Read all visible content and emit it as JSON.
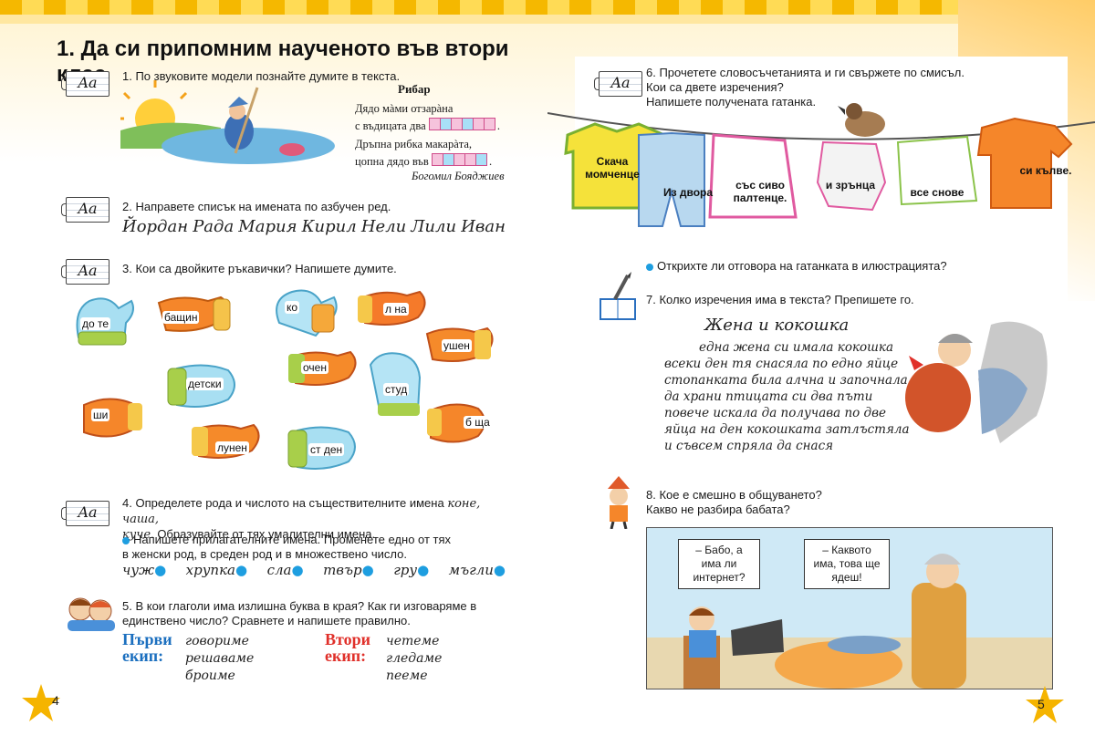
{
  "left": {
    "title": "1. Да си припомним наученото във втори клас",
    "aa": "Aa",
    "t1": {
      "task": "1. По звуковите модели познайте думите в текста.",
      "poem_title": "Рибар",
      "l1": "Дядо мàми отзарàна",
      "l2a": "с въдицата два",
      "l2b": ".",
      "l3": "Дръпна рибка макарàта,",
      "l4a": "цопна дядо във",
      "l4b": ".",
      "author": "Богомил Бояджиев"
    },
    "t2": {
      "task": "2. Направете списък на имената по азбучен ред.",
      "names": [
        "Йордан",
        "Рада",
        "Мария",
        "Кирил",
        "Нели",
        "Лили",
        "Иван"
      ]
    },
    "t3": {
      "task": "3. Кои са двойките ръкавички? Напишете думите.",
      "words": [
        "до те",
        "бащин",
        "ко",
        "л на",
        "ушен",
        "очен",
        "детски",
        "студ",
        "ши",
        "б ща",
        "лунен",
        "ст ден"
      ]
    },
    "t4": {
      "task_a": "4. Определете рода и числото на съществителните имена",
      "task_b": "коне, чаша,",
      "task_c": "куче",
      "task_d": ". Образувайте от тях умалителни имена.",
      "sub1": "Напишете прилагателните имена. Променете едно от тях",
      "sub2": "в женски род, в среден род и в множествено число.",
      "adjs": [
        "чуж",
        "хрупка",
        "сла",
        "твър",
        "гру",
        "мъгли"
      ]
    },
    "t5": {
      "task1": "5. В кои глаголи има излишна буква в края? Как ги изговаряме в",
      "task2": "единствено число? Сравнете и напишете правилно.",
      "team1a": "Първи",
      "team1b": "екип:",
      "team1_words": [
        "говориме",
        "решаваме",
        "броиме"
      ],
      "team2a": "Втори",
      "team2b": "екип:",
      "team2_words": [
        "четеме",
        "гледаме",
        "пееме"
      ]
    },
    "page_number": "4"
  },
  "right": {
    "aa": "Aa",
    "t6": {
      "task1": "6. Прочетете словосъчетанията и ги свържете по смисъл.",
      "task2": "Кои са двете изречения?",
      "task3": "Напишете получената гатанка.",
      "clothes": [
        "Скача момченце",
        "Из двора",
        "със сиво палтенце.",
        "и зрънца",
        "все снове",
        "си кълве."
      ],
      "question": "Открихте ли отговора на гатанката в илюстрацията?"
    },
    "t7": {
      "task": "7. Колко изречения има в текста? Препишете го.",
      "story_title": "Жена и кокошка",
      "lines": [
        "една жена си имала кокошка",
        "всеки ден тя снасяла по едно яйце",
        "стопанката била алчна и започнала",
        "да храни птицата си два пъти",
        "повече искала да получава по две",
        "яйца на ден кокошката затлъстяла",
        "и съвсем спряла да снася"
      ]
    },
    "t8": {
      "task1": "8. Кое е смешно в общуването?",
      "task2": "Какво не разбира бабата?",
      "bubble1": "– Бабо, а има ли интернет?",
      "bubble2": "– Каквото има, това ще ядеш!"
    },
    "page_number": "5"
  }
}
